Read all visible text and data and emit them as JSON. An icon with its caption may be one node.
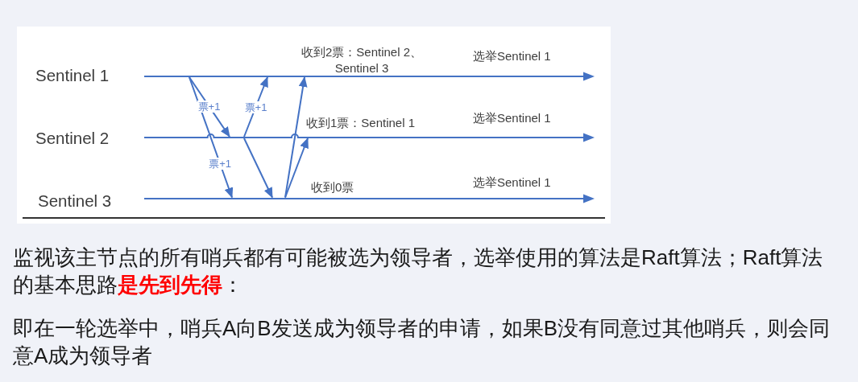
{
  "diagram": {
    "nodes": [
      {
        "text": [],
        "shape": "arrow",
        "beside": [
          "Sentinel 1",
          "收到2票：Sentinel 2、Sentinel 3",
          "选举Sentinel 1"
        ]
      },
      {
        "text": [],
        "shape": "arrow",
        "beside": [
          "Sentinel 2",
          "收到1票：Sentinel 1",
          "选举Sentinel 1"
        ]
      },
      {
        "text": [],
        "shape": "arrow",
        "beside": [
          "Sentinel 3",
          "收到0票",
          "选举Sentinel 1"
        ]
      }
    ],
    "edges": [
      {
        "from": 0,
        "to": 1,
        "arrow": "to",
        "label": "票+1"
      },
      {
        "from": 0,
        "to": 2,
        "arrow": "to",
        "label": "票+1"
      },
      {
        "from": 1,
        "to": 0,
        "arrow": "to",
        "label": "票+1"
      },
      {
        "from": 1,
        "to": 2,
        "arrow": "to"
      },
      {
        "from": 2,
        "to": 0,
        "arrow": "to"
      },
      {
        "from": 2,
        "to": 1,
        "arrow": "to"
      }
    ],
    "labels": [
      "监视该主节点的所有哨兵都有可能被选为领导者，选举使用的算法是Raft算法；Raft算法的基本思路**是先到先得**：",
      "即在一轮选举中，哨兵A向B发送成为领导者的申请，如果B没有同意过其他哨兵，则会同意A成为领导者"
    ]
  }
}
